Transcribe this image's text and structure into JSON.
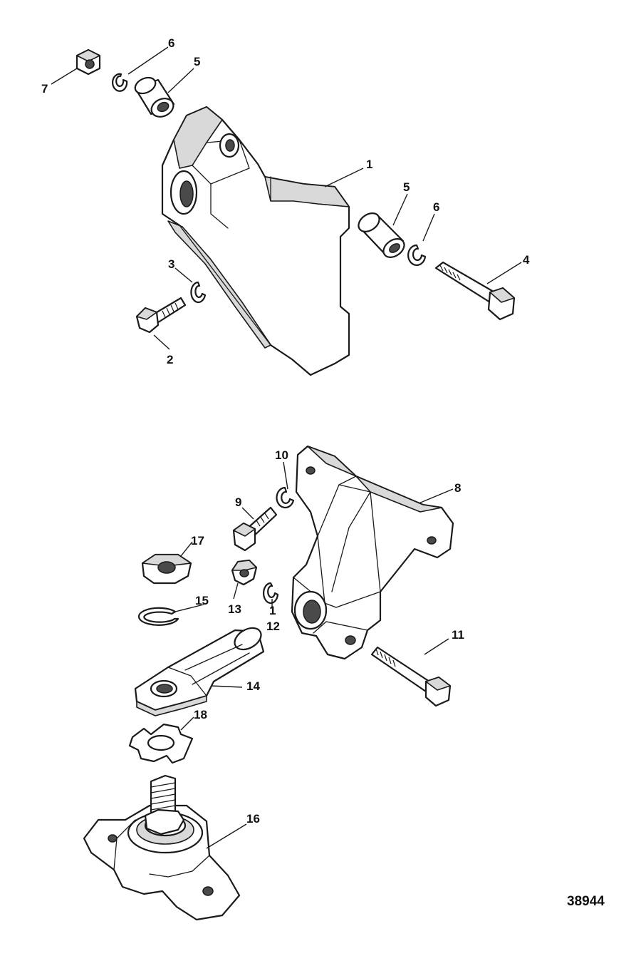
{
  "diagram": {
    "figure_number": "38944",
    "callouts": [
      {
        "id": "c7",
        "text": "7"
      },
      {
        "id": "c6a",
        "text": "6"
      },
      {
        "id": "c5a",
        "text": "5"
      },
      {
        "id": "c1a",
        "text": "1"
      },
      {
        "id": "c5b",
        "text": "5"
      },
      {
        "id": "c6b",
        "text": "6"
      },
      {
        "id": "c4",
        "text": "4"
      },
      {
        "id": "c3",
        "text": "3"
      },
      {
        "id": "c2",
        "text": "2"
      },
      {
        "id": "c10",
        "text": "10"
      },
      {
        "id": "c8",
        "text": "8"
      },
      {
        "id": "c9",
        "text": "9"
      },
      {
        "id": "c17",
        "text": "17"
      },
      {
        "id": "c15",
        "text": "15"
      },
      {
        "id": "c13",
        "text": "13"
      },
      {
        "id": "c1b",
        "text": "1"
      },
      {
        "id": "c12",
        "text": "12"
      },
      {
        "id": "c11",
        "text": "11"
      },
      {
        "id": "c14",
        "text": "14"
      },
      {
        "id": "c18",
        "text": "18"
      },
      {
        "id": "c16",
        "text": "16"
      }
    ]
  }
}
